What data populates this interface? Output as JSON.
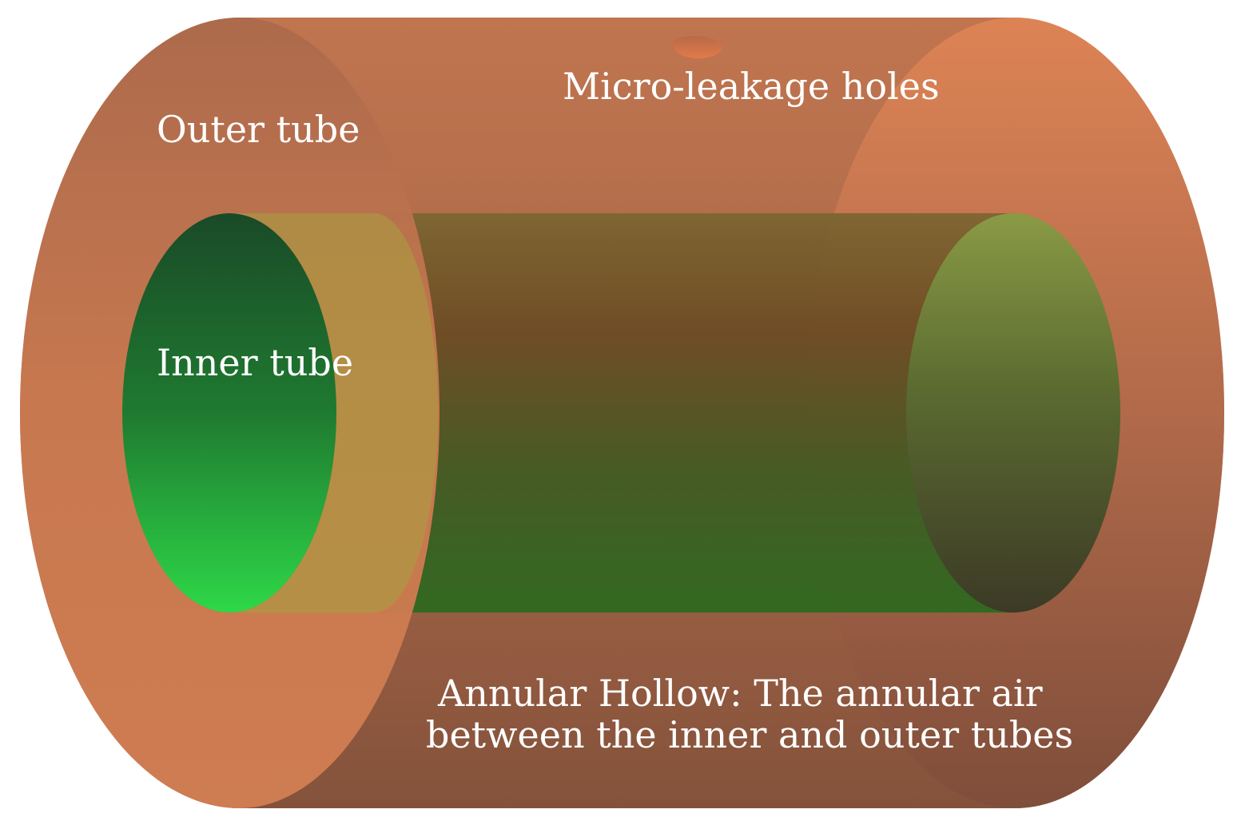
{
  "labels": {
    "micro_leakage": "Micro-leakage holes",
    "outer_tube": "Outer tube",
    "inner_tube": "Inner tube",
    "annular_line1": "Annular Hollow:  The annular air",
    "annular_line2": "between the inner and outer tubes"
  },
  "colors": {
    "outer_tube_light": "#d47a52",
    "outer_tube_dark": "#8a5640",
    "inner_tube_light": "#2fd64a",
    "inner_tube_dark": "#1a4a28",
    "label_text": "#ffffff"
  }
}
